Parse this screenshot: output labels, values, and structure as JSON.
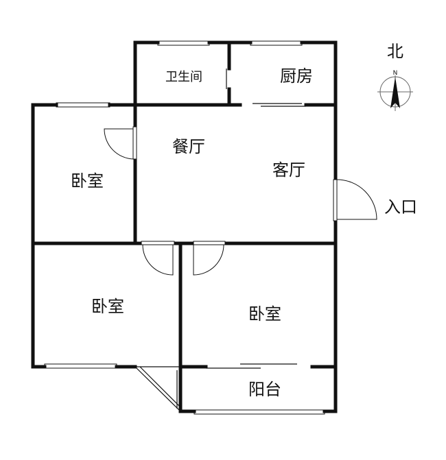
{
  "rooms": {
    "bathroom": "卫生间",
    "kitchen": "厨房",
    "dining": "餐厅",
    "living": "客厅",
    "bedroom_nw": "卧室",
    "bedroom_sw": "卧室",
    "bedroom_s": "卧室",
    "balcony": "阳台"
  },
  "entrance": "入口",
  "compass": {
    "north": "北",
    "n_letter": "N"
  }
}
